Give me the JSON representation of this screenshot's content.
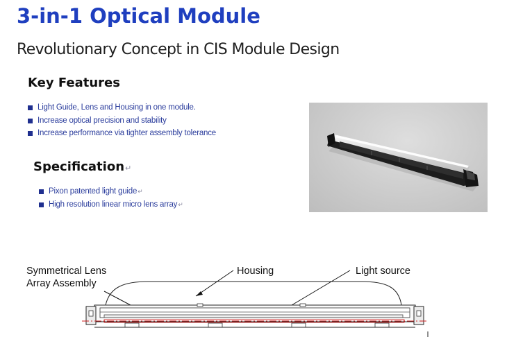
{
  "title": "3-in-1 Optical Module",
  "subtitle": "Revolutionary Concept in CIS Module Design",
  "key_features": {
    "heading": "Key Features",
    "items": [
      "Light Guide, Lens and Housing in one module.",
      "Increase optical precision and stability",
      "Increase performance via tighter assembly tolerance"
    ]
  },
  "specification": {
    "heading": "Specification",
    "items": [
      "Pixon patented light guide",
      "High resolution linear micro lens array"
    ]
  },
  "diagram": {
    "label_lens_line1": "Symmetrical  Lens",
    "label_lens_line2": "Array Assembly",
    "label_housing": "Housing",
    "label_light_source": "Light source"
  },
  "colors": {
    "title": "#1f3fbf",
    "list_text": "#2a3c9c",
    "bullet": "#1f2f8f",
    "red_axis": "#d02020"
  },
  "icons": {
    "return_mark": "paragraph-return-icon"
  }
}
